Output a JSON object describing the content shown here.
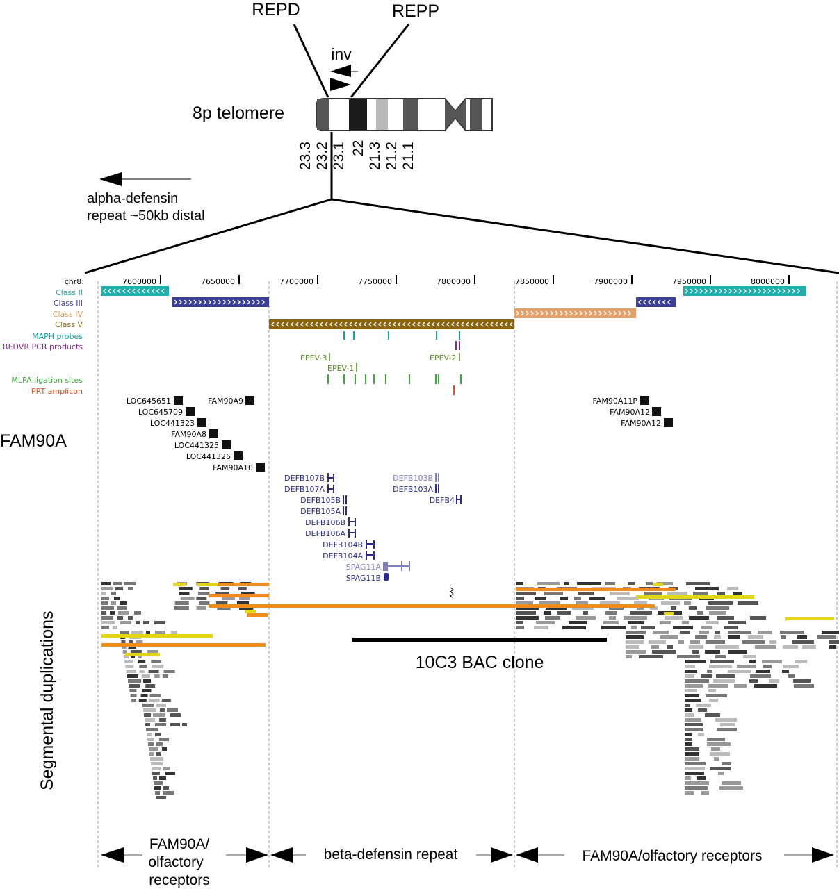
{
  "ideogram": {
    "repd_label": "REPD",
    "repp_label": "REPP",
    "inv_label": "inv",
    "telomere_label": "8p telomere",
    "bands": [
      "23.3",
      "23.2",
      "23.1",
      "22",
      "21.3",
      "21.2",
      "21.1"
    ]
  },
  "alpha_note": {
    "line1": "alpha-defensin",
    "line2": "repeat ~50kb distal"
  },
  "browser": {
    "chrom_label": "chr8:",
    "ticks": [
      7600000,
      7650000,
      7700000,
      7750000,
      7800000,
      7850000,
      7900000,
      7950000,
      8000000
    ],
    "track_labels": [
      {
        "text": "Class II",
        "color": "#1aa8a8"
      },
      {
        "text": "Class III",
        "color": "#3b3f9a"
      },
      {
        "text": "Class IV",
        "color": "#e09a58"
      },
      {
        "text": "Class V",
        "color": "#8c6a12"
      },
      {
        "text": "MAPH probes",
        "color": "#12a3a3"
      },
      {
        "text": "REDVR PCR products",
        "color": "#8e2a8e"
      },
      {
        "text": "MLPA ligation sites",
        "color": "#3aaa3a"
      },
      {
        "text": "PRT amplicon",
        "color": "#e05020"
      }
    ],
    "epev_labels": [
      "EPEV-3",
      "EPEV-1",
      "EPEV-2"
    ],
    "fam90a_left": [
      "LOC645651",
      "FAM90A9",
      "LOC645709",
      "LOC441323",
      "FAM90A8",
      "LOC441325",
      "LOC441326",
      "FAM90A10"
    ],
    "fam90a_right": [
      "FAM90A11P",
      "FAM90A12",
      "FAM90A12"
    ],
    "defb_genes": [
      "DEFB107B",
      "DEFB107A",
      "DEFB105B",
      "DEFB105A",
      "DEFB106B",
      "DEFB106A",
      "DEFB104B",
      "DEFB104A",
      "SPAG11A",
      "SPAG11B",
      "DEFB103B",
      "DEFB103A",
      "DEFB4"
    ]
  },
  "side_labels": {
    "fam90a": "FAM90A",
    "segdup": "Segmental duplications"
  },
  "bac_label": "10C3 BAC clone",
  "regions": {
    "left": [
      "FAM90A/",
      "olfactory",
      "receptors"
    ],
    "middle": "beta-defensin repeat",
    "right": "FAM90A/olfactory receptors"
  },
  "colors": {
    "class2": "#1fb0ae",
    "class3": "#3b3f9a",
    "class4": "#e5a06a",
    "class5": "#8a6410",
    "maph": "#12a3a3",
    "redvr": "#8e2a8e",
    "mlpa": "#3aaa3a",
    "prt": "#e05020",
    "defb": "#2b2b8c",
    "defb_light": "#7f80c0",
    "segdup_orange": "#ef8c1c",
    "segdup_yellow": "#e3d51a"
  }
}
